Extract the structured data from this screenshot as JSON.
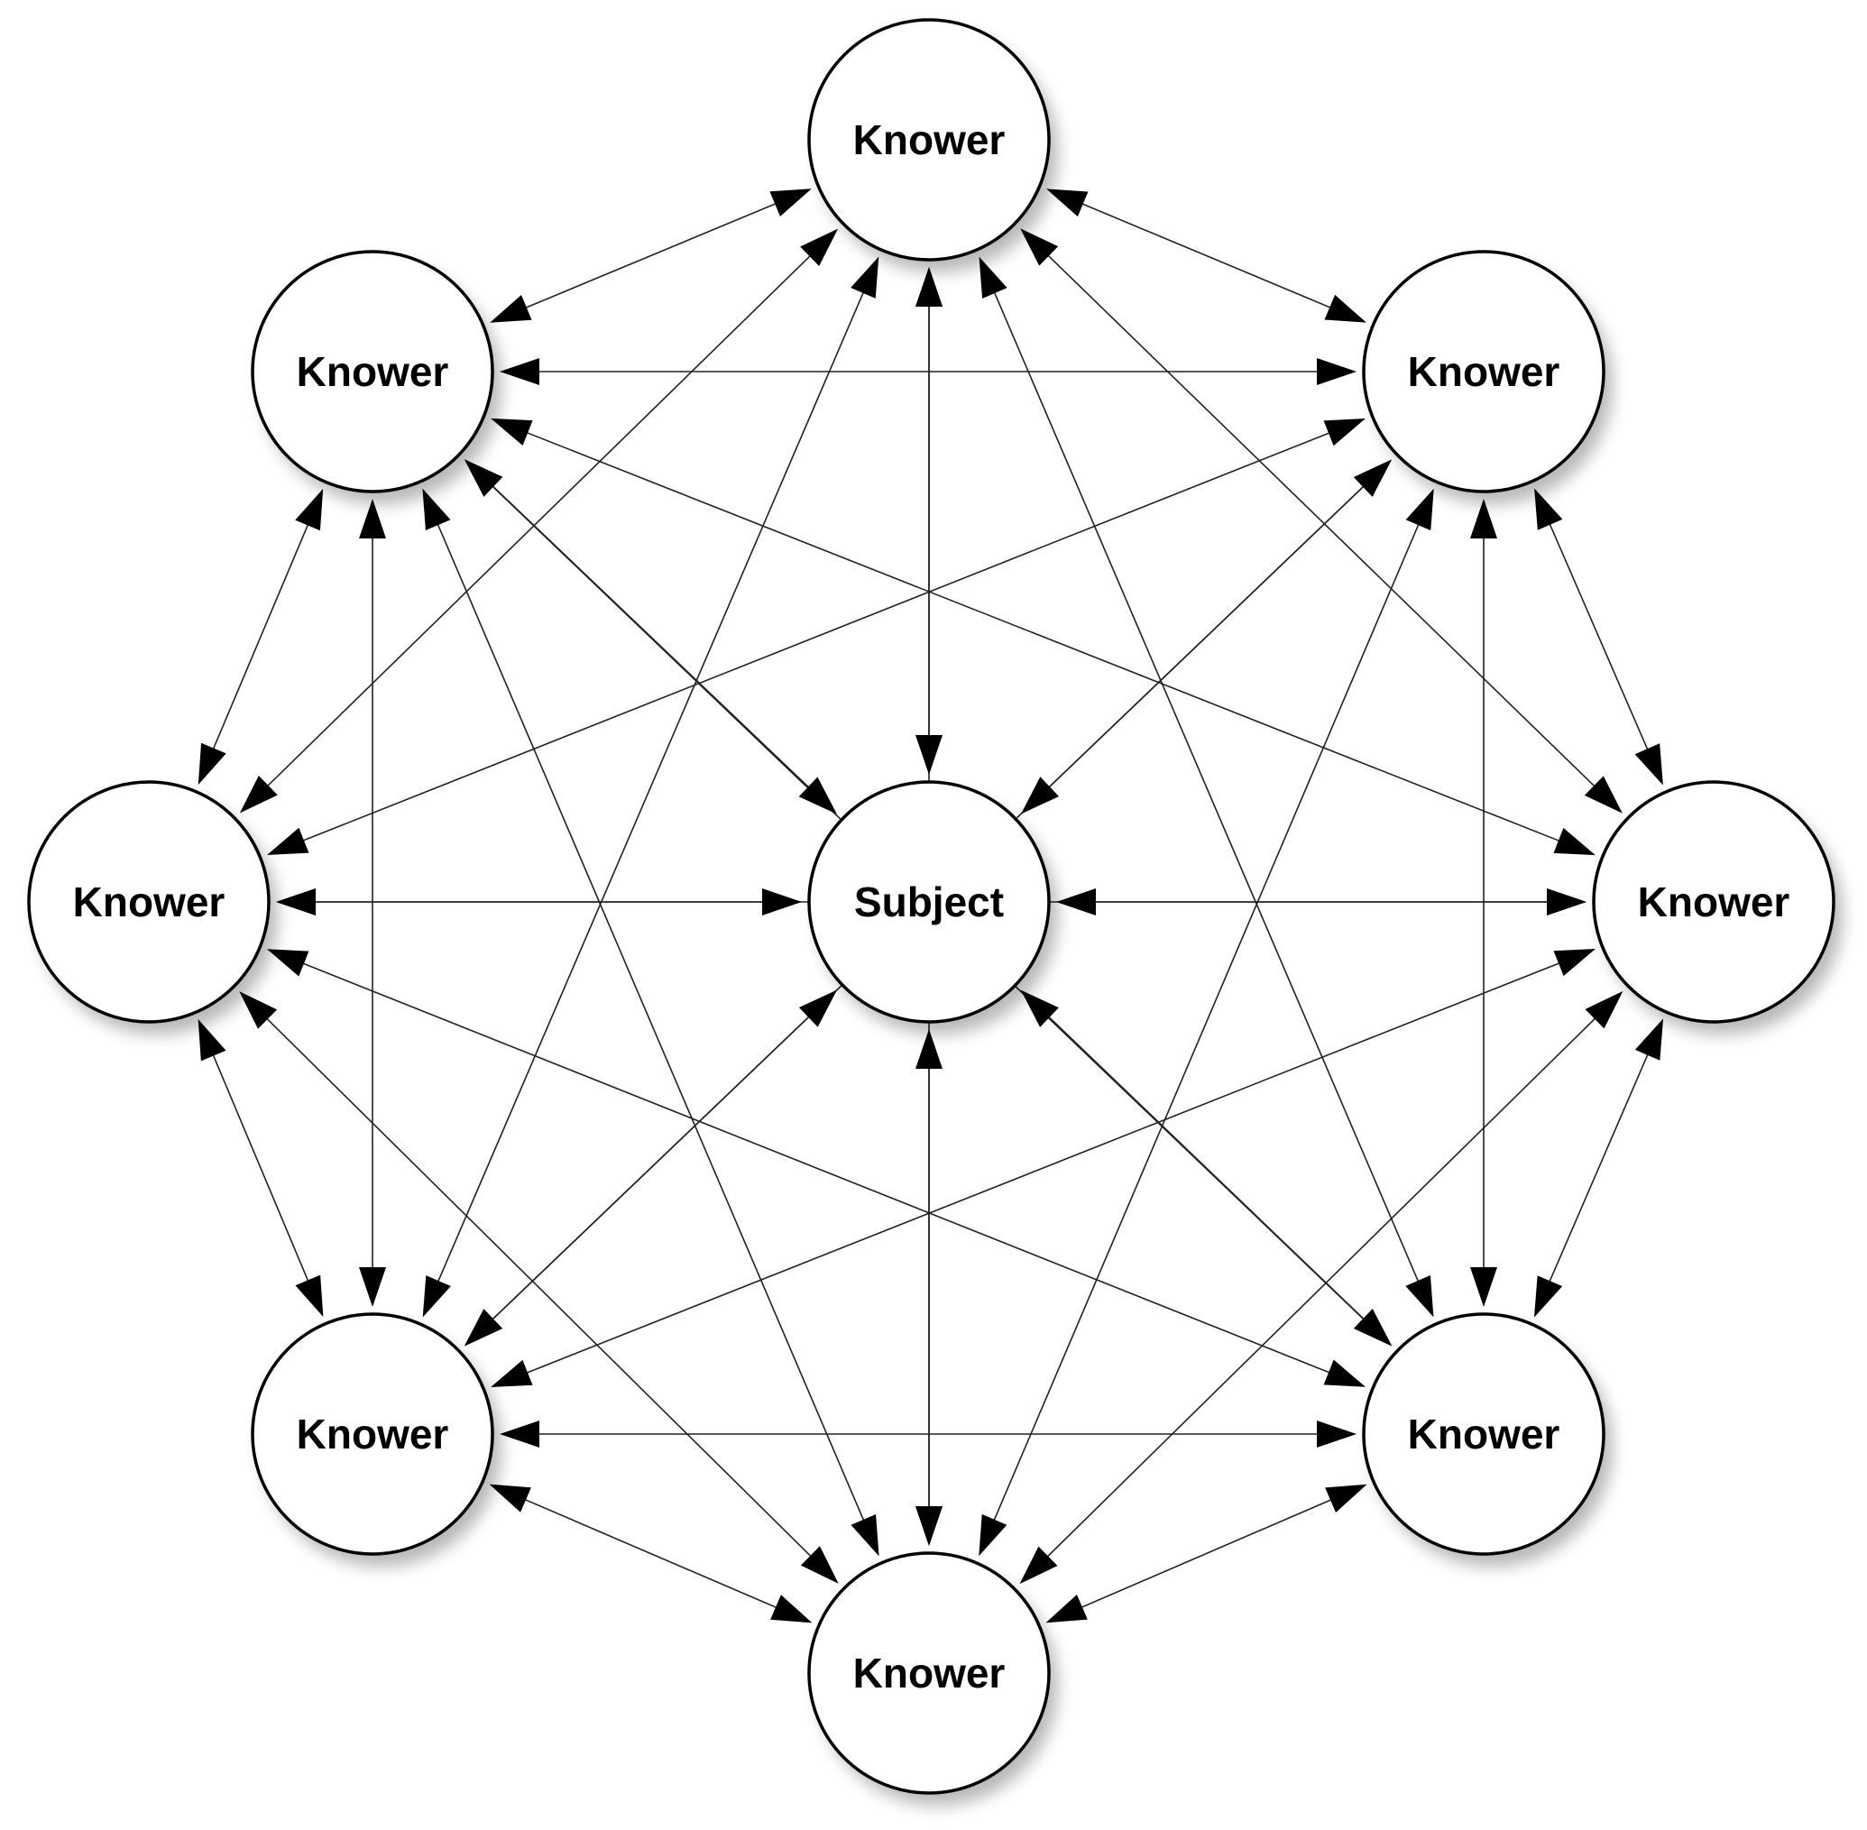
{
  "diagram": {
    "center_node": {
      "id": "subject",
      "label": "Subject"
    },
    "outer_nodes": [
      {
        "id": "knower-top",
        "label": "Knower"
      },
      {
        "id": "knower-top-right",
        "label": "Knower"
      },
      {
        "id": "knower-right",
        "label": "Knower"
      },
      {
        "id": "knower-bottom-right",
        "label": "Knower"
      },
      {
        "id": "knower-bottom",
        "label": "Knower"
      },
      {
        "id": "knower-bottom-left",
        "label": "Knower"
      },
      {
        "id": "knower-left",
        "label": "Knower"
      },
      {
        "id": "knower-top-left",
        "label": "Knower"
      }
    ],
    "edges": "all pairs connected by bidirectional arrows"
  }
}
